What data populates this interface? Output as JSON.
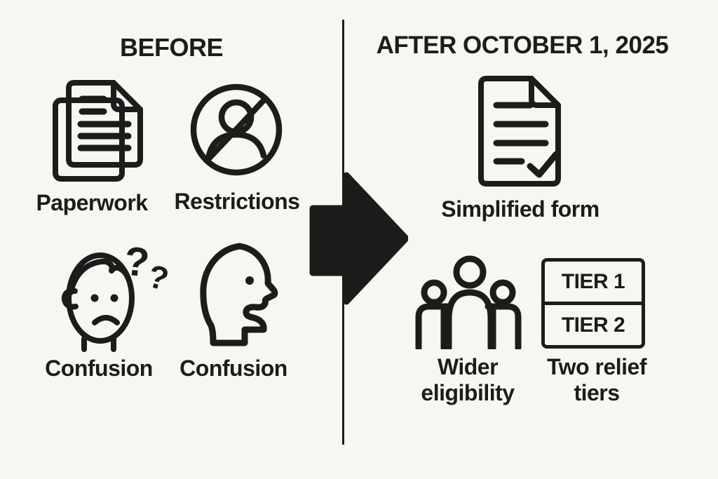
{
  "colors": {
    "background": "#f7f6f3",
    "ink": "#1d1c1b"
  },
  "left_panel": {
    "title": "BEFORE",
    "items": [
      {
        "label": "Paperwork",
        "icon": "stacked-documents-icon"
      },
      {
        "label": "Restrictions",
        "icon": "no-person-icon"
      },
      {
        "label": "Confusion",
        "icon": "confused-face-icon",
        "question_marks": [
          "?",
          "?"
        ]
      },
      {
        "label": "Confusion",
        "icon": "head-profile-icon"
      }
    ]
  },
  "divider": {
    "arrow_icon": "right-arrow-icon"
  },
  "right_panel": {
    "title": "AFTER OCTOBER 1, 2025",
    "items": [
      {
        "label": "Simplified form",
        "icon": "document-check-icon"
      },
      {
        "label": "Wider eligibility",
        "icon": "people-group-icon"
      },
      {
        "label": "Two relief tiers",
        "icon": "tier-table-icon",
        "tiers": [
          "TIER 1",
          "TIER 2"
        ]
      }
    ]
  }
}
